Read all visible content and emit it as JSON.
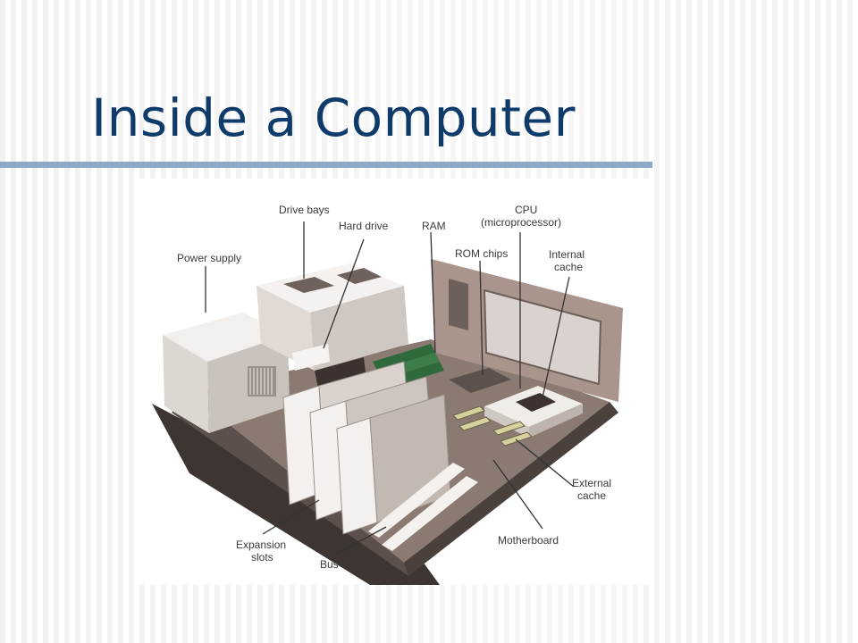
{
  "slide": {
    "title": "Inside a Computer"
  },
  "diagram": {
    "labels": {
      "drive_bays": "Drive bays",
      "hard_drive": "Hard drive",
      "ram": "RAM",
      "cpu_line1": "CPU",
      "cpu_line2": "(microprocessor)",
      "power_supply": "Power supply",
      "rom_chips": "ROM chips",
      "internal_cache_line1": "Internal",
      "internal_cache_line2": "cache",
      "external_cache_line1": "External",
      "external_cache_line2": "cache",
      "expansion_slots_line1": "Expansion",
      "expansion_slots_line2": "slots",
      "bus": "Bus",
      "motherboard": "Motherboard"
    }
  },
  "colors": {
    "title": "#0f3b6b",
    "rule": "#8ea8c8",
    "case_metal": "#e8e2dc",
    "motherboard": "#6f625c",
    "ram_green": "#2f6a3c"
  }
}
